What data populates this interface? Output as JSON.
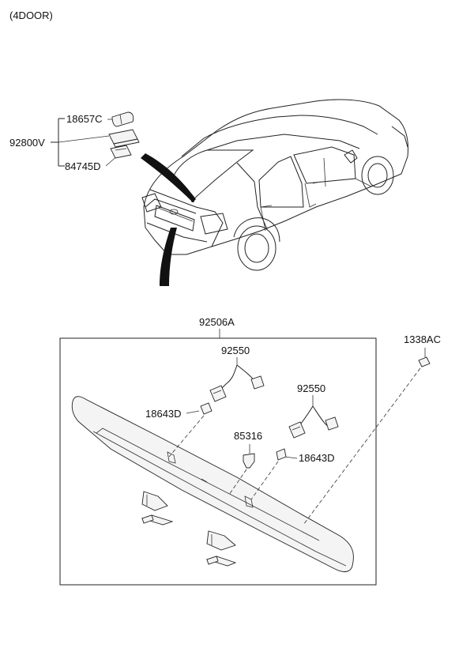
{
  "header": {
    "variant_label": "(4DOOR)"
  },
  "parts": {
    "assembly_top": "92800V",
    "bulb_top": "18657C",
    "lens_top": "84745D",
    "garnish_assembly": "92506A",
    "socket_left": "92550",
    "socket_right": "92550",
    "bulb_left": "18643D",
    "bulb_right": "18643D",
    "clip": "85316",
    "screw": "1338AC"
  }
}
